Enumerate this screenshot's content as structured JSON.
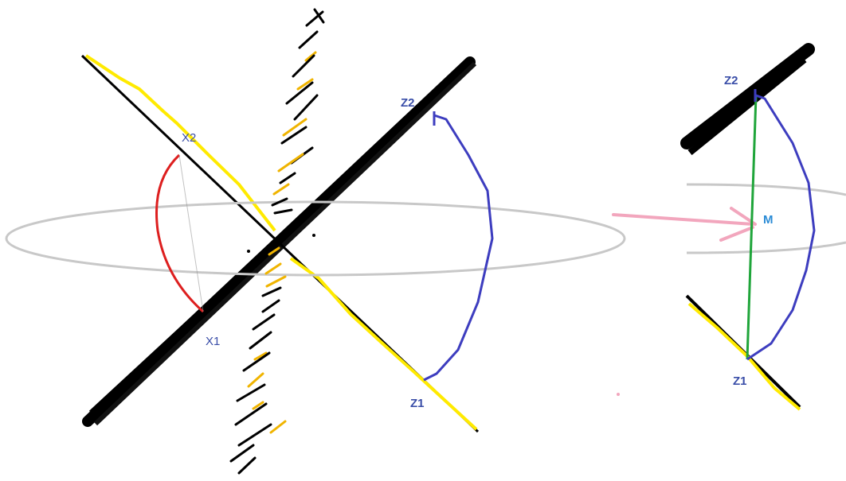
{
  "labels": {
    "x1": "X1",
    "x2": "X2",
    "z1_left": "Z1",
    "z2_left": "Z2",
    "z1_right": "Z1",
    "z2_right": "Z2",
    "m": "M"
  },
  "colors": {
    "background": "#ffffff",
    "black_line": "#000000",
    "yellow": "#ffea00",
    "gold_dash": "#f0b400",
    "gray_ellipse": "#c8c8c8",
    "red_arc": "#dd1f1f",
    "blue_arc": "#3d3dbf",
    "green_line": "#1fa53a",
    "pink_arrow": "#f2a6bd",
    "label_blue": "#3a4ea8",
    "label_m": "#2a8bd6"
  }
}
